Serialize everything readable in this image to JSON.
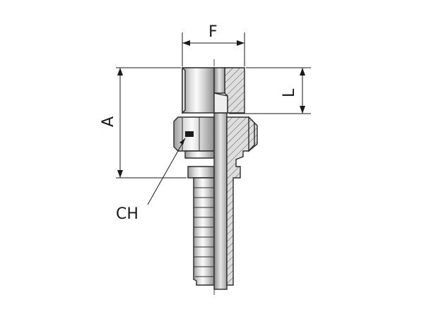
{
  "dimensions": {
    "F": "F",
    "A": "A",
    "L": "L",
    "CH": "CH"
  },
  "colors": {
    "line": "#1a1a1a",
    "metal_light": "#f2f2f2",
    "metal_mid": "#c9c9c9",
    "metal_dark": "#8c8c8c",
    "section": "#d9d9d9"
  }
}
